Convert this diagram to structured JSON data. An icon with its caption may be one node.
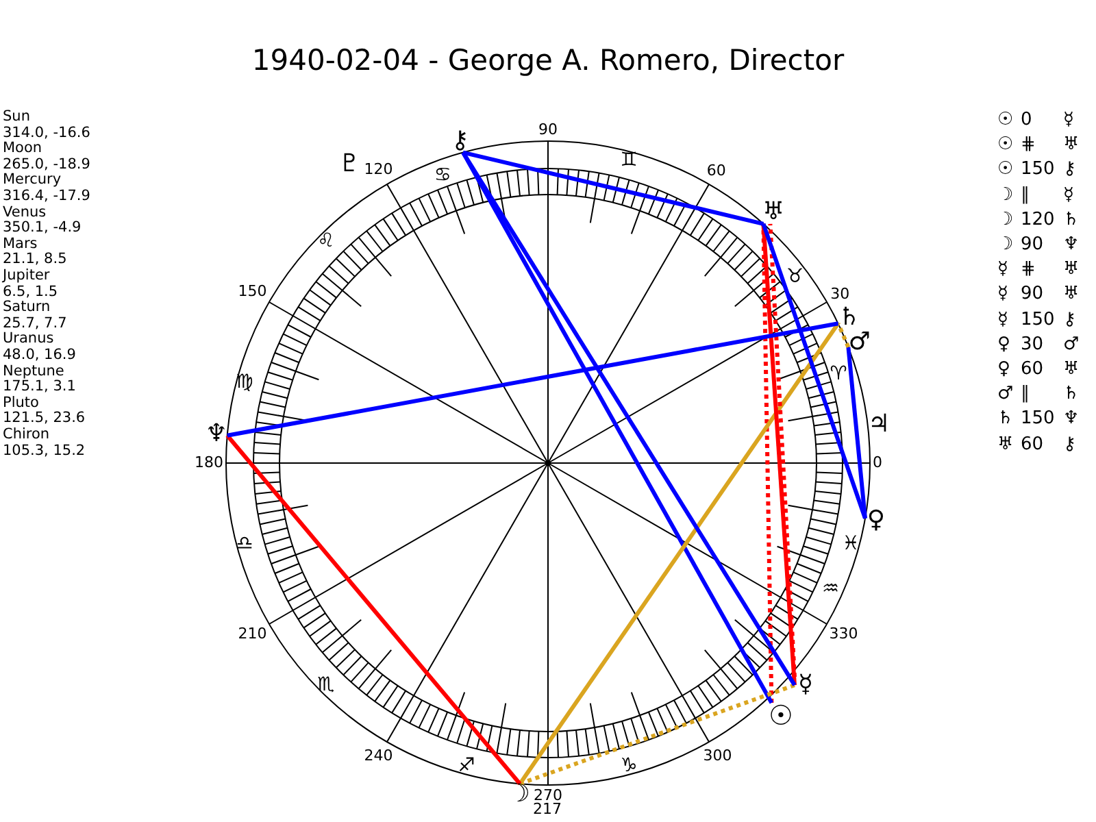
{
  "diagram": {
    "title": "1940-02-04 - George A. Romero, Director",
    "nodes": [
      {
        "text": [
          "☉"
        ]
      },
      {
        "text": [
          "☽"
        ]
      },
      {
        "text": [
          "☿"
        ]
      },
      {
        "text": [
          "♀"
        ]
      },
      {
        "text": [
          "♂"
        ]
      },
      {
        "text": [
          "♃"
        ]
      },
      {
        "text": [
          "♄"
        ]
      },
      {
        "text": [
          "♅"
        ]
      },
      {
        "text": [
          "♆"
        ]
      },
      {
        "text": [
          "♇"
        ]
      },
      {
        "text": [
          "⚷"
        ]
      }
    ],
    "edges": [
      {
        "from": 0,
        "to": 7,
        "arrow": "none",
        "style": "dashed",
        "color": "#ff0000"
      },
      {
        "from": 0,
        "to": 10,
        "arrow": "none"
      },
      {
        "from": 1,
        "to": 2,
        "arrow": "none",
        "style": "dashed",
        "color": "#daa520"
      },
      {
        "from": 1,
        "to": 6,
        "arrow": "none",
        "color": "#daa520"
      },
      {
        "from": 1,
        "to": 8,
        "arrow": "none",
        "color": "#ff0000"
      },
      {
        "from": 2,
        "to": 7,
        "arrow": "none",
        "style": "dashed",
        "color": "#ff0000"
      },
      {
        "from": 2,
        "to": 7,
        "arrow": "none",
        "color": "#ff0000"
      },
      {
        "from": 2,
        "to": 10,
        "arrow": "none"
      },
      {
        "from": 3,
        "to": 4,
        "arrow": "none"
      },
      {
        "from": 3,
        "to": 7,
        "arrow": "none"
      },
      {
        "from": 4,
        "to": 6,
        "arrow": "none",
        "style": "dashed",
        "color": "#daa520"
      },
      {
        "from": 6,
        "to": 8,
        "arrow": "none"
      },
      {
        "from": 7,
        "to": 10,
        "arrow": "none"
      }
    ],
    "labels": [
      "Sun",
      "314.0, -16.6",
      "Moon",
      "265.0, -18.9",
      "Mercury",
      "316.4, -17.9",
      "Venus",
      "350.1, -4.9",
      "Mars",
      "21.1, 8.5",
      "Jupiter",
      "6.5, 1.5",
      "Saturn",
      "25.7, 7.7",
      "Uranus",
      "48.0, 16.9",
      "Neptune",
      "175.1, 3.1",
      "Pluto",
      "121.5, 23.6",
      "Chiron",
      "105.3, 15.2",
      "☉",
      "0",
      "☿",
      "☉",
      "⋕",
      "♅",
      "☉",
      "150",
      "⚷",
      "☽",
      "∥",
      "☿",
      "☽",
      "120",
      "♄",
      "☽",
      "90",
      "♆",
      "☿",
      "⋕",
      "♅",
      "☿",
      "90",
      "♅",
      "☿",
      "150",
      "⚷",
      "♀",
      "30",
      "♂",
      "♀",
      "60",
      "♅",
      "♂",
      "∥",
      "♄",
      "♄",
      "150",
      "♆",
      "♅",
      "60",
      "⚷",
      "♈",
      "♉",
      "♊",
      "♋",
      "♌",
      "♍",
      "♎",
      "♏",
      "♐",
      "♑",
      "♒",
      "♓",
      "0",
      "30",
      "60",
      "90",
      "120",
      "150",
      "180",
      "210",
      "240",
      "270",
      "300",
      "330",
      "217"
    ]
  }
}
